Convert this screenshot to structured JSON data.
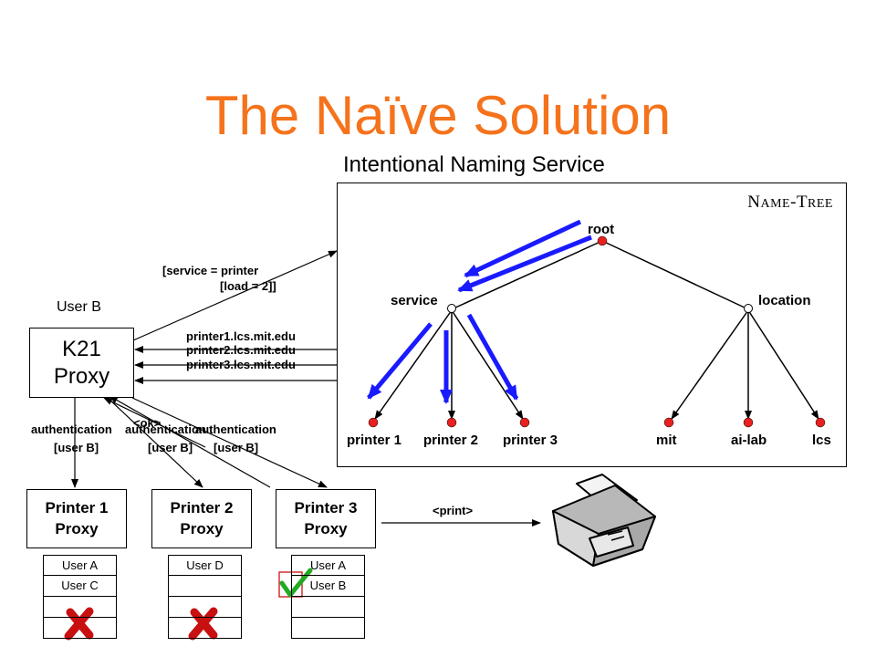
{
  "slide": {
    "title": "The Naïve Solution",
    "subtitle": "Intentional Naming Service"
  },
  "name_tree": {
    "label_first": "N",
    "label_rest_1": "AME",
    "label_dash": "-",
    "label_T": "T",
    "label_rest_2": "REE",
    "root": "root",
    "service": "service",
    "location": "location",
    "leaves": [
      "printer 1",
      "printer 2",
      "printer 3",
      "mit",
      "ai-lab",
      "lcs"
    ]
  },
  "k21": {
    "user": "User B",
    "line1": "K21",
    "line2": "Proxy"
  },
  "messages": {
    "query_line1": "[service = printer",
    "query_line2": "[load = 2]]",
    "reply_1": "printer1.lcs.mit.edu",
    "reply_2": "printer2.lcs.mit.edu",
    "reply_3": "printer3.lcs.mit.edu",
    "auth": "authentication",
    "auth_user": "[user B]",
    "ok": "<ok>",
    "print": "<print>"
  },
  "proxies": [
    {
      "line1": "Printer 1",
      "line2": "Proxy",
      "acl": [
        "User A",
        "User C",
        "",
        ""
      ],
      "result": "denied"
    },
    {
      "line1": "Printer 2",
      "line2": "Proxy",
      "acl": [
        "User D",
        "",
        "",
        ""
      ],
      "result": "denied"
    },
    {
      "line1": "Printer 3",
      "line2": "Proxy",
      "acl": [
        "User A",
        "User B",
        "",
        ""
      ],
      "result": "granted"
    }
  ],
  "colors": {
    "title": "#f5731c",
    "arrow_blue": "#1a1aff",
    "node_red": "#e82020",
    "deny_red": "#c81010",
    "check_green": "#22aa22"
  }
}
